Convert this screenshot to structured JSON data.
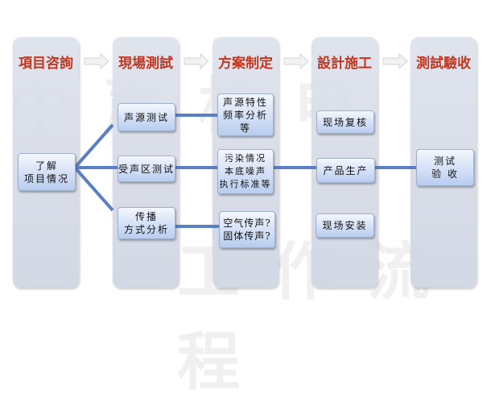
{
  "watermark": {
    "top": "中声机电",
    "bottom": "工作流程"
  },
  "columns": [
    {
      "header": "項目咨詢",
      "boxes": [
        "了解\n项目情况"
      ]
    },
    {
      "header": "現場測試",
      "boxes": [
        "声源测试",
        "受声区测试",
        "传播\n方式分析"
      ]
    },
    {
      "header": "方案制定",
      "boxes": [
        "声源特性\n频率分析等",
        "污染情况\n本底噪声\n执行标准等",
        "空气传声?\n固体传声?"
      ]
    },
    {
      "header": "設計施工",
      "boxes": [
        "现场复核",
        "产品生产",
        "现场安装"
      ]
    },
    {
      "header": "測試驗收",
      "boxes": [
        "测试\n验 收"
      ]
    }
  ],
  "colors": {
    "header": "#c4361f",
    "connector": "#5b7fc4"
  }
}
